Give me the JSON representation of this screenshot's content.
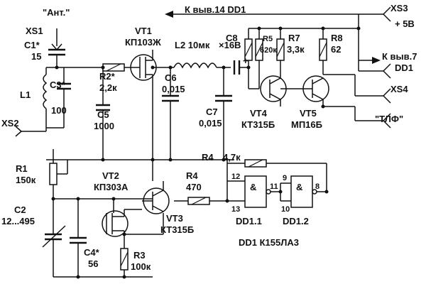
{
  "labels": {
    "ant": "\"Ант.\"",
    "xs1": "XS1",
    "c1": "C1*",
    "c1_val": "15",
    "l1": "L1",
    "c3": "C3*",
    "c3_val": "100",
    "xs2": "XS2",
    "r2": "R2*",
    "r2_val": "2,2к",
    "c5": "C5",
    "c5_val": "1000",
    "vt1": "VT1",
    "vt1_type": "КП103Ж",
    "l2": "L2 10мк",
    "c6": "C6",
    "c6_val": "0,015",
    "c7": "C7",
    "c7_val": "0,015",
    "elec_val": "×16В",
    "plus": "+",
    "top_note": "К выв.14 DD1",
    "c8": "C8",
    "r5": "R5",
    "r5_val": "620к",
    "r7": "R7",
    "r7_val": "3,3к",
    "r8": "R8",
    "r8_val": "62",
    "xs3": "XS3",
    "plus5": "+ 5В",
    "pin7_note": "К выв.7",
    "pin7_dd1": "DD1",
    "xs4": "XS4",
    "tlf": "\"ТЛФ\"",
    "vt4": "VT4",
    "vt4_type": "КТ315Б",
    "vt5": "VT5",
    "vt5_type": "МП16Б",
    "r1": "R1",
    "r1_val": "150к",
    "vt2": "VT2",
    "vt2_type": "КП303А",
    "r4a": "R4",
    "r4a_val": "470",
    "r4b": "R4",
    "r4b_val": "4,7к",
    "vt3": "VT3",
    "vt3_type": "КТ315Б",
    "c2": "C2",
    "c2_val": "12...495",
    "c4": "C4*",
    "c4_val": "56",
    "r3": "R3",
    "r3_val": "100к",
    "dd11": "DD1.1",
    "dd12": "DD1.2",
    "dd1_type": "DD1 К155ЛА3",
    "amp": "&",
    "pin12": "12",
    "pin13": "13",
    "pin11": "11",
    "pin9": "9",
    "pin10": "10",
    "pin8": "8"
  }
}
